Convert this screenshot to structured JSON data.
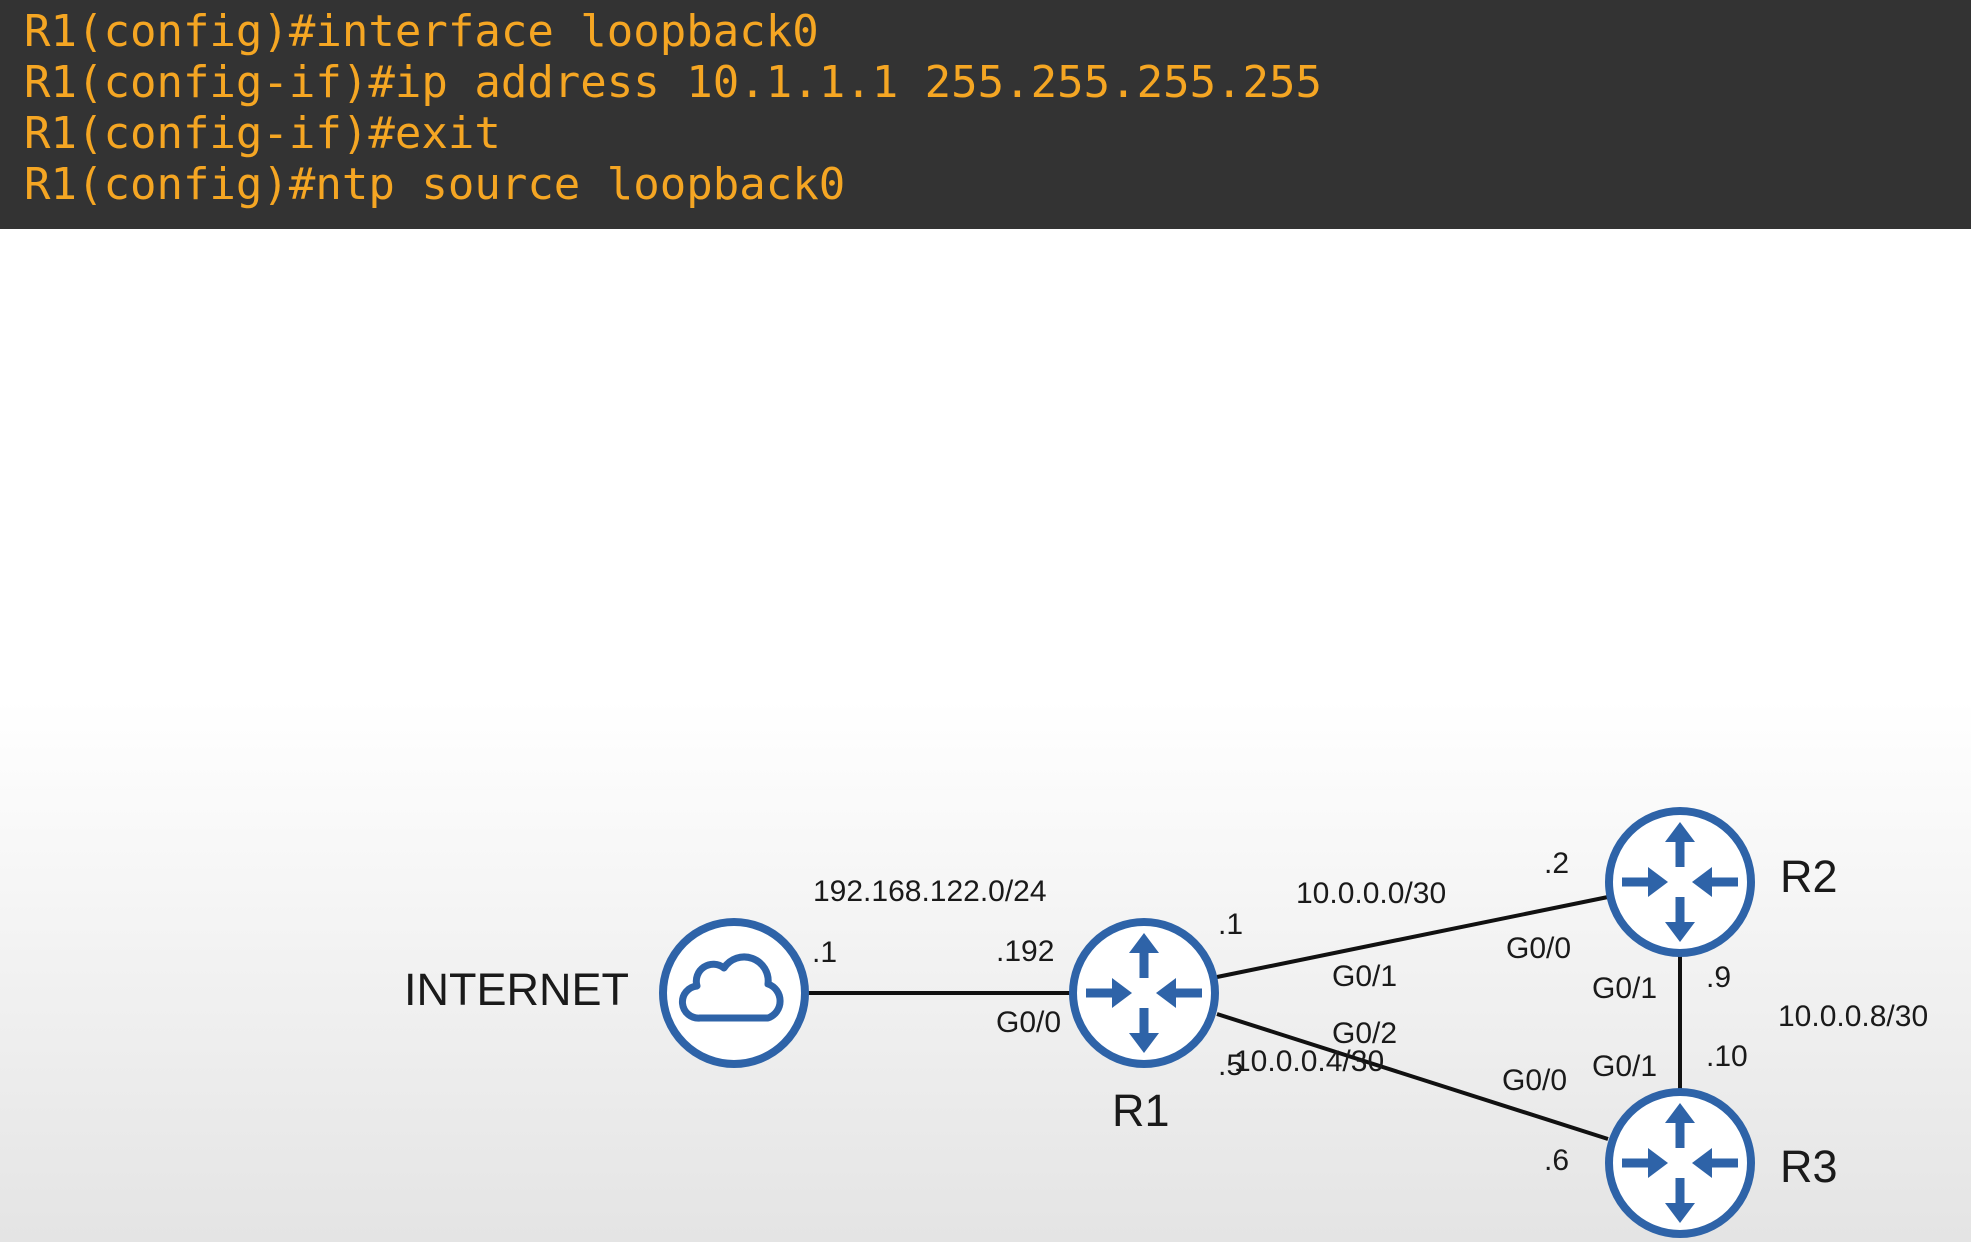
{
  "terminal": {
    "lines": [
      "R1(config)#interface loopback0",
      "R1(config-if)#ip address 10.1.1.1 255.255.255.255",
      "R1(config-if)#exit",
      "R1(config)#ntp source loopback0"
    ]
  },
  "colors": {
    "terminal_bg": "#333333",
    "terminal_text": "#f5a623",
    "device_blue": "#2e63a8"
  },
  "diagram": {
    "nodes": {
      "internet": {
        "label": "INTERNET",
        "icon": "cloud-icon"
      },
      "r1": {
        "label": "R1",
        "icon": "router-icon"
      },
      "r2": {
        "label": "R2",
        "icon": "router-icon"
      },
      "r3": {
        "label": "R3",
        "icon": "router-icon"
      }
    },
    "links": {
      "internet_r1": {
        "subnet": "192.168.122.0/24",
        "internet_host": ".1",
        "r1_host": ".192",
        "r1_if": "G0/0"
      },
      "r1_r2": {
        "subnet": "10.0.0.0/30",
        "r1_host": ".1",
        "r1_if": "G0/1",
        "r2_host": ".2",
        "r2_if": "G0/0"
      },
      "r1_r3": {
        "subnet": "10.0.0.4/30",
        "r1_host": ".5",
        "r1_if": "G0/2",
        "r3_host": ".6",
        "r3_if": "G0/0"
      },
      "r2_r3": {
        "subnet": "10.0.0.8/30",
        "r2_host": ".9",
        "r2_if": "G0/1",
        "r3_host": ".10",
        "r3_if": "G0/1"
      }
    }
  }
}
